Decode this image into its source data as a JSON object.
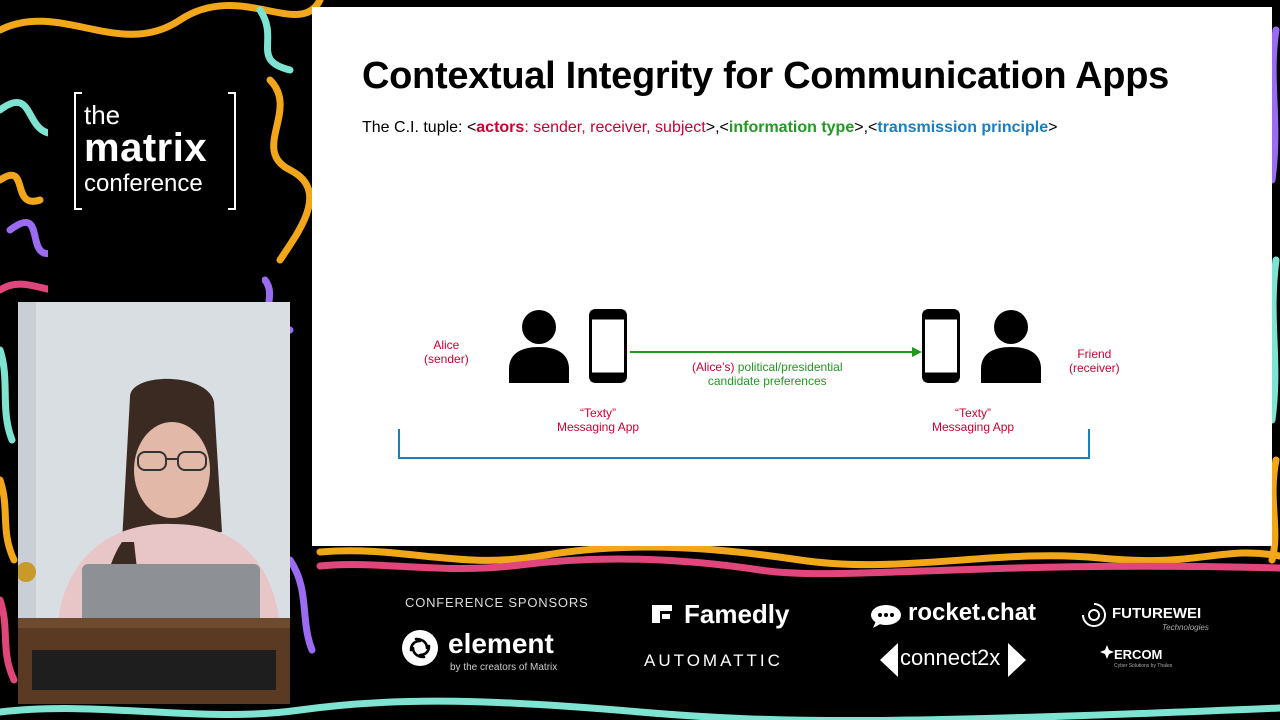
{
  "logo": {
    "line1": "the",
    "line2": "matrix",
    "line3": "conference"
  },
  "slide": {
    "title": "Contextual Integrity for Communication Apps",
    "tuple": {
      "prefix": "The C.I. tuple: <",
      "actors_label": "actors",
      "actors_list": ": sender, receiver, subject",
      "sep1": ">,<",
      "info_type": "information type",
      "sep2": ">,<",
      "transmission": "transmission principle",
      "suffix": ">"
    },
    "left": {
      "name": "Alice",
      "role": "(sender)",
      "app_name": "“Texty”",
      "app_type": "Messaging App"
    },
    "right": {
      "name": "Friend",
      "role": "(receiver)",
      "app_name": "“Texty”",
      "app_type": "Messaging App"
    },
    "flow": {
      "subject": "(Alice’s)",
      "line1": " political/presidential",
      "line2": "candidate preferences"
    },
    "colors": {
      "actor": "#cc0033",
      "info": "#229922",
      "principle": "#1a7fbf"
    }
  },
  "sponsors": {
    "heading": "CONFERENCE SPONSORS",
    "element": {
      "name": "element",
      "tagline": "by the creators of Matrix"
    },
    "famedly": "Famedly",
    "automattic": "AUTOMATTIC",
    "rocketchat": "rocket.chat",
    "connect2x": "connect2x",
    "futurewei": {
      "name": "FUTUREWEI",
      "sub": "Technologies"
    },
    "ercom": {
      "name": "ERCOM",
      "sub": "Cyber Solutions by Thales"
    }
  }
}
